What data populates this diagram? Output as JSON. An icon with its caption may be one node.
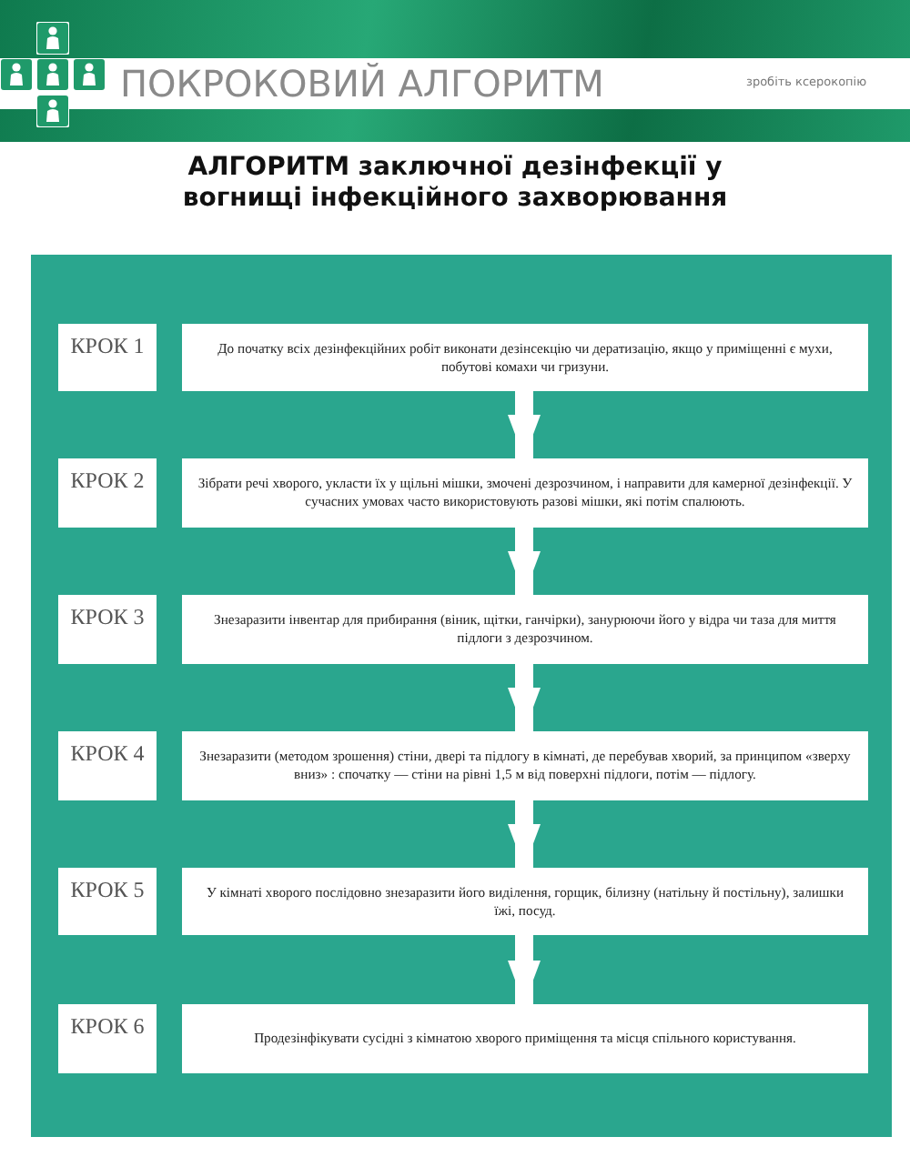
{
  "diagram": {
    "title": "АЛГОРИТМ заключної дезінфекції у вогнищі інфекційного захворювання",
    "nodes": [
      {
        "text": [
          "КРОК 1"
        ]
      },
      {
        "text": [
          "До початку всіх дезінфекційних робіт виконати дезінсекцію чи дератизацію, якщо у приміщенні є мухи, побутові комахи чи гризуни."
        ]
      },
      {
        "text": [
          "КРОК 2"
        ]
      },
      {
        "text": [
          "Зібрати речі хворого, укласти їх у щільні мішки, змочені дезрозчином, і направити для камерної дезінфекції. У сучасних умовах часто використовують разові мішки, які потім спалюють."
        ]
      },
      {
        "text": [
          "КРОК 3"
        ]
      },
      {
        "text": [
          "Знезаразити інвентар для прибирання (віник, щітки, ганчірки), занурюючи його у відра чи таза для миття підлоги з дезрозчином."
        ]
      },
      {
        "text": [
          "КРОК 4"
        ]
      },
      {
        "text": [
          "Знезаразити (методом зрошення) стіни, двері та підлогу в кімнаті, де перебував хворий, за принципом «зверху вниз» : спочатку — стіни на рівні 1,5 м від поверхні підлоги, потім — підлогу."
        ]
      },
      {
        "text": [
          "КРОК 5"
        ]
      },
      {
        "text": [
          "У кімнаті хворого послідовно знезаразити його виділення, горщик, білизну (натільну й постільну), залишки їжі, посуд."
        ]
      },
      {
        "text": [
          "КРОК 6"
        ]
      },
      {
        "text": [
          "Продезінфікувати сусідні з кімнатою хворого приміщення та місця спільного користування."
        ]
      }
    ],
    "edges": [
      {
        "from": 1,
        "to": 3,
        "arrow": "to"
      },
      {
        "from": 3,
        "to": 5,
        "arrow": "to"
      },
      {
        "from": 5,
        "to": 7,
        "arrow": "to"
      },
      {
        "from": 7,
        "to": 9,
        "arrow": "to"
      },
      {
        "from": 9,
        "to": 11,
        "arrow": "to"
      }
    ],
    "labels": [
      "ПОКРОКОВИЙ АЛГОРИТМ",
      "зробіть ксерокопію"
    ]
  }
}
